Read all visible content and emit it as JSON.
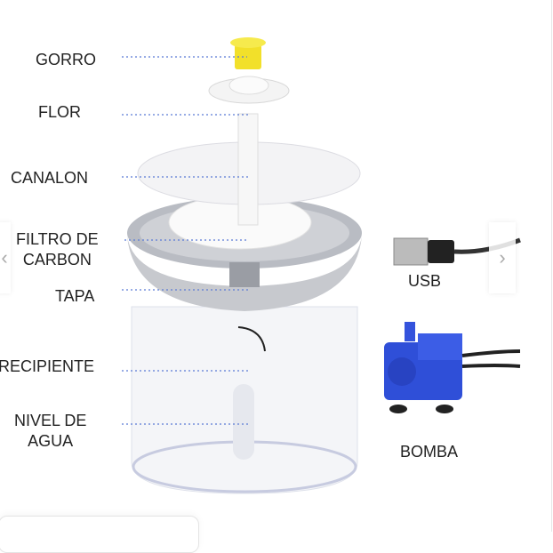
{
  "labels": {
    "gorro": "GORRO",
    "flor": "FLOR",
    "canalon": "CANALON",
    "filtro_line1": "FILTRO DE",
    "filtro_line2": "CARBON",
    "tapa": "TAPA",
    "recipiente": "RECIPIENTE",
    "nivel_line1": "NIVEL DE",
    "nivel_line2": "AGUA",
    "usb": "USB",
    "bomba": "BOMBA"
  },
  "carousel": {
    "prev_icon": "‹",
    "next_icon": "›"
  },
  "colors": {
    "leader": "#5b7bd5",
    "pump": "#2f4fd8",
    "cap": "#f2e02a"
  }
}
